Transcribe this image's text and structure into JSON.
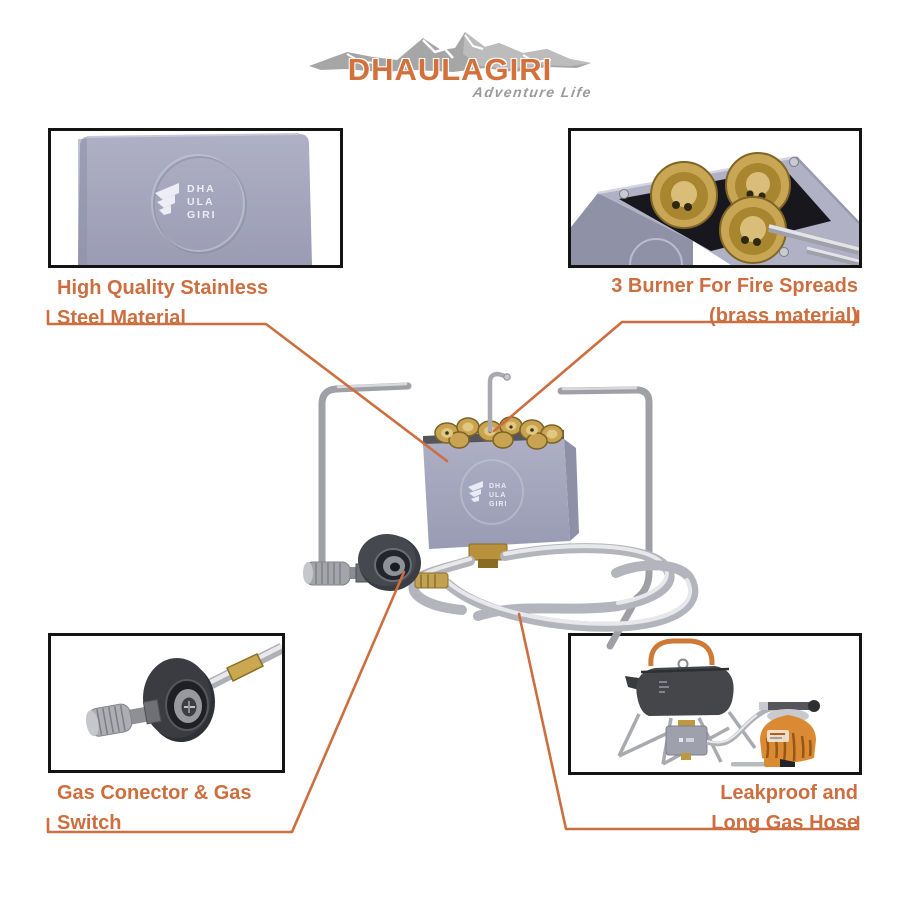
{
  "brand": {
    "name": "DHAULAGIRI",
    "tagline": "Adventure Life",
    "mark_lines": [
      "DHA",
      "ULA",
      "GIRI"
    ]
  },
  "callouts": {
    "top_left": {
      "line1": "High Quality Stainless",
      "line2": "Steel Material"
    },
    "top_right": {
      "line1": "3 Burner For Fire Spreads",
      "line2": "(brass material)"
    },
    "bottom_left": {
      "line1": "Gas Conector & Gas",
      "line2": "Switch"
    },
    "bottom_right": {
      "line1": "Leakproof and",
      "line2": "Long Gas Hose"
    }
  },
  "colors": {
    "accent_orange": "#CC6E3F",
    "logo_orange": "#D4713A",
    "logo_gray": "#9A9A9A",
    "panel_lavender": "#A8AAC0",
    "brass_gold": "#C7A352",
    "silver": "#C0C1C7",
    "canister_orange": "#D98A33",
    "border_black": "#141414"
  }
}
